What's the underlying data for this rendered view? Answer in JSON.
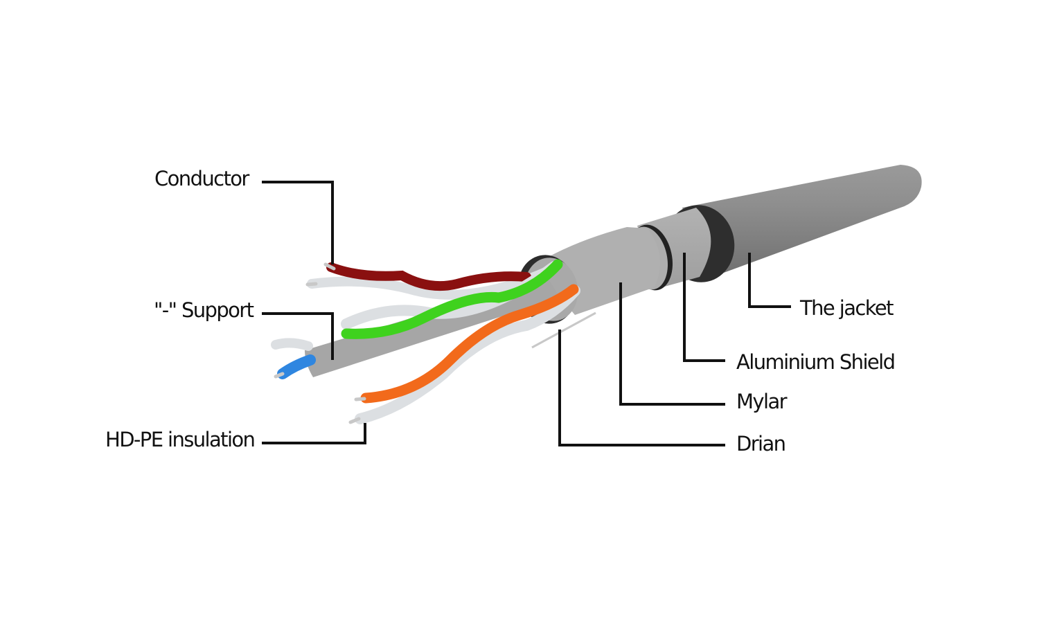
{
  "title": "Shielded twisted-pair cable cross-section diagram",
  "colors": {
    "background": "#ffffff",
    "leader_line": "#111111",
    "jacket": "#8c8c8c",
    "shield": "#a9a9a9",
    "mylar": "#b4b4b4",
    "support": "#a6a6a6",
    "pair_brown": "#8a1010",
    "pair_green": "#3fd21e",
    "pair_orange": "#f26a1b",
    "pair_blue": "#2f86e0",
    "insulation_white": "#d9dde0"
  },
  "labels": {
    "conductor": "Conductor",
    "support": "\"-\" Support",
    "hdpe_insulation": "HD-PE insulation",
    "jacket": "The jacket",
    "aluminium_shield": "Aluminium Shield",
    "mylar": "Mylar",
    "drain": "Drian"
  },
  "components": [
    {
      "id": "conductor",
      "side": "left"
    },
    {
      "id": "support",
      "side": "left"
    },
    {
      "id": "hdpe_insulation",
      "side": "left"
    },
    {
      "id": "jacket",
      "side": "right"
    },
    {
      "id": "aluminium_shield",
      "side": "right"
    },
    {
      "id": "mylar",
      "side": "right"
    },
    {
      "id": "drain",
      "side": "right"
    }
  ]
}
